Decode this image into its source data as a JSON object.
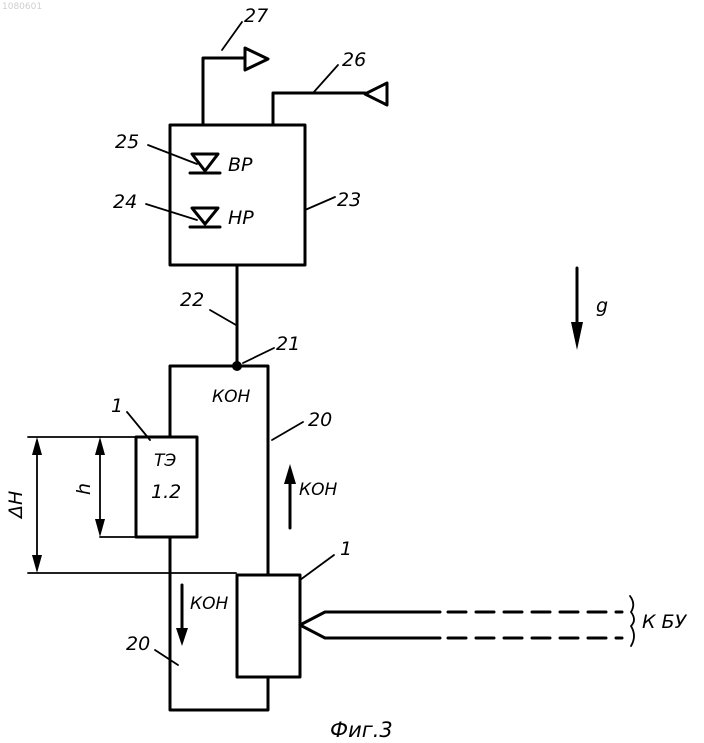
{
  "doc_id": "1080601",
  "labels": {
    "n27": "27",
    "n26": "26",
    "n25": "25",
    "n24": "24",
    "n23": "23",
    "n22": "22",
    "n21": "21",
    "n20_right": "20",
    "n20_left": "20",
    "n1_top": "1",
    "n1_bottom": "1",
    "br": "ВР",
    "nr": "НР",
    "kon_top": "КОН",
    "kon_right": "КОН",
    "kon_left": "КОН",
    "te": "ТЭ",
    "te_num": "1.2",
    "h": "h",
    "dh": "ΔН",
    "g": "g",
    "k_bu": "К БУ",
    "caption": "Фиг.3"
  }
}
